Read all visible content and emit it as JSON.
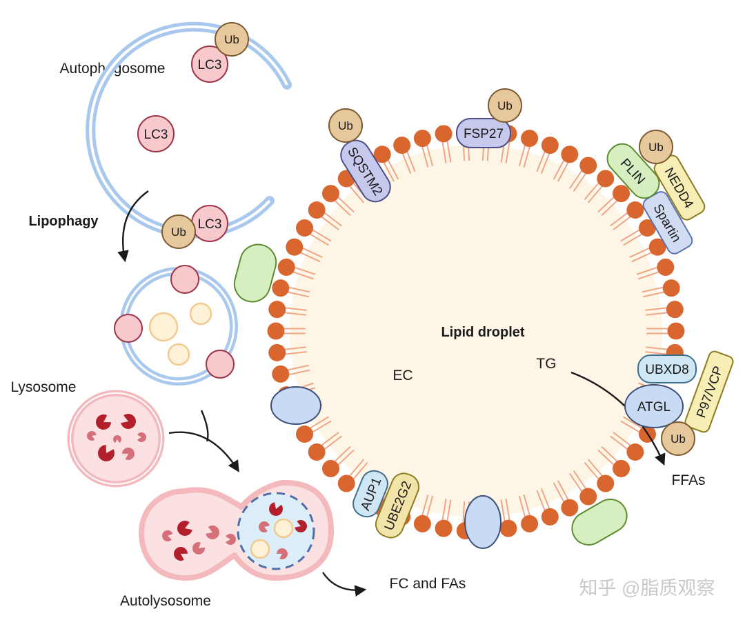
{
  "labels": {
    "autophagosome": "Autophagosome",
    "lipophagy": "Lipophagy",
    "lysosome": "Lysosome",
    "autolysosome": "Autolysosome",
    "lipid_droplet": "Lipid droplet",
    "ec": "EC",
    "tg": "TG",
    "ffas": "FFAs",
    "fc_fas": "FC and FAs"
  },
  "proteins": {
    "lc3": "LC3",
    "ub": "Ub",
    "fsp27": "FSP27",
    "sqstm2": "SQSTM2",
    "plin": "PLIN",
    "nedd4": "NEDD4",
    "spartin": "Spartin",
    "ubxd8": "UBXD8",
    "atgl": "ATGL",
    "p97vcp": "P97/VCP",
    "aup1": "AUP1",
    "ube2g2": "UBE2G2"
  },
  "watermark": "知乎 @脂质观察",
  "colors": {
    "lipid_head": "#d9662e",
    "lipid_tail": "#f0a684",
    "droplet_fill": "#fdf6e6",
    "ub_fill": "#e7c79c",
    "lc3_fill": "#f7c9cc",
    "membrane_blue": "#a8c8ee",
    "lysosome_pink": "#f6c9cb",
    "enzyme_red": "#b3202c"
  }
}
